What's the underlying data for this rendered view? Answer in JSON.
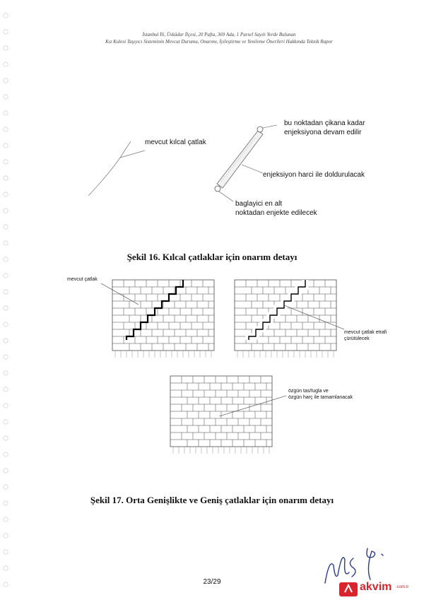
{
  "header": {
    "line1": "İstanbul İli, Üsküdar İlçesi, 20 Pafta, 369 Ada, 1 Parsel Sayılı Yerde Bulunan",
    "line2": "Kız Kulesi Taşıyıcı Sisteminin Mevcut Durumu, Onarımı, İyileştirme ve Yenileme Önerileri Hakkında Teknik Rapor"
  },
  "figure16": {
    "label_existing_crack": "mevcut kılcal çatlak",
    "label_inject_until_1": "bu noktadan çikana kadar",
    "label_inject_until_2": "enjeksiyona devam edilir",
    "label_fill_mortar": "enjeksiyon harci ile doldurulacak",
    "label_connector_1": "baglayici en alt",
    "label_connector_2": "noktadan enjekte edilecek",
    "caption": "Şekil 16. Kılcal çatlaklar için onarım detayı"
  },
  "figure17": {
    "label_existing_crack": "mevcut çatlak",
    "label_scrape_1": "mevcut çatlak etrafi",
    "label_scrape_2": "çürütülecek",
    "label_original_1": "özgün tas/tugla ve",
    "label_original_2": "özgün harç ile tamamlanacak",
    "caption": "Şekil 17. Orta Genişlikte ve Geniş çatlaklar için onarım detayı"
  },
  "footer": {
    "page_number": "23/29",
    "watermark_text": "akvim",
    "watermark_suffix": ".com.tr"
  }
}
